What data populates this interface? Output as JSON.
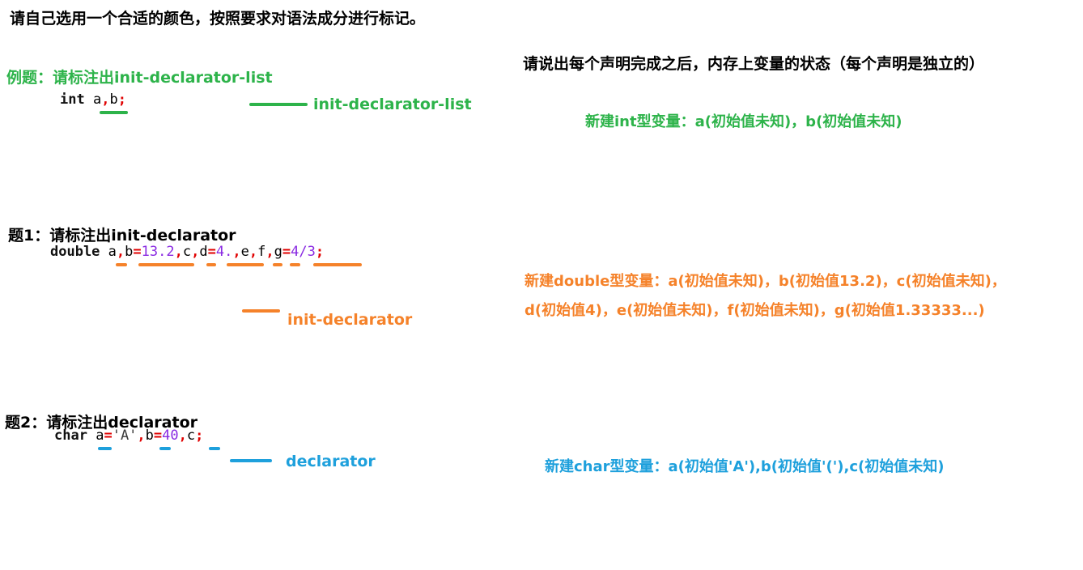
{
  "instruction": "请自己选用一个合适的颜色，按照要求对语法成分进行标记。",
  "state_prompt": "请说出每个声明完成之后，内存上变量的状态（每个声明是独立的）",
  "example": {
    "title": "例题：请标注出init-declarator-list",
    "code": {
      "kw": "int",
      "a": "a",
      "c1": ",",
      "b": "b",
      "semi": ";"
    },
    "legend_label": "init-declarator-list",
    "answer": "新建int型变量：a(初始值未知)，b(初始值未知)",
    "color": "#2db34a"
  },
  "q1": {
    "title": "题1：请标注出init-declarator",
    "code": {
      "kw": "double",
      "a": "a",
      "c1": ",",
      "b": "b",
      "eq1": "=",
      "v1": "13.2",
      "c2": ",",
      "c": "c",
      "c3": ",",
      "d": "d",
      "eq2": "=",
      "v2": "4.",
      "c4": ",",
      "e": "e",
      "c5": ",",
      "f": "f",
      "c6": ",",
      "g": "g",
      "eq3": "=",
      "v3": "4/3",
      "semi": ";"
    },
    "legend_label": "init-declarator",
    "answer_line1": "新建double型变量：a(初始值未知)，b(初始值13.2)，c(初始值未知)，",
    "answer_line2": "d(初始值4)，e(初始值未知)，f(初始值未知)，g(初始值1.33333...)",
    "color": "#f5822a"
  },
  "q2": {
    "title": "题2：请标注出declarator",
    "code": {
      "kw": "char",
      "a": "a",
      "eq1": "=",
      "v1": "'A'",
      "c1": ",",
      "b": "b",
      "eq2": "=",
      "v2": "40",
      "c2": ",",
      "c": "c",
      "semi": ";"
    },
    "legend_label": "declarator",
    "answer": "新建char型变量：a(初始值'A'),b(初始值'('),c(初始值未知)",
    "color": "#1ea0dc"
  }
}
